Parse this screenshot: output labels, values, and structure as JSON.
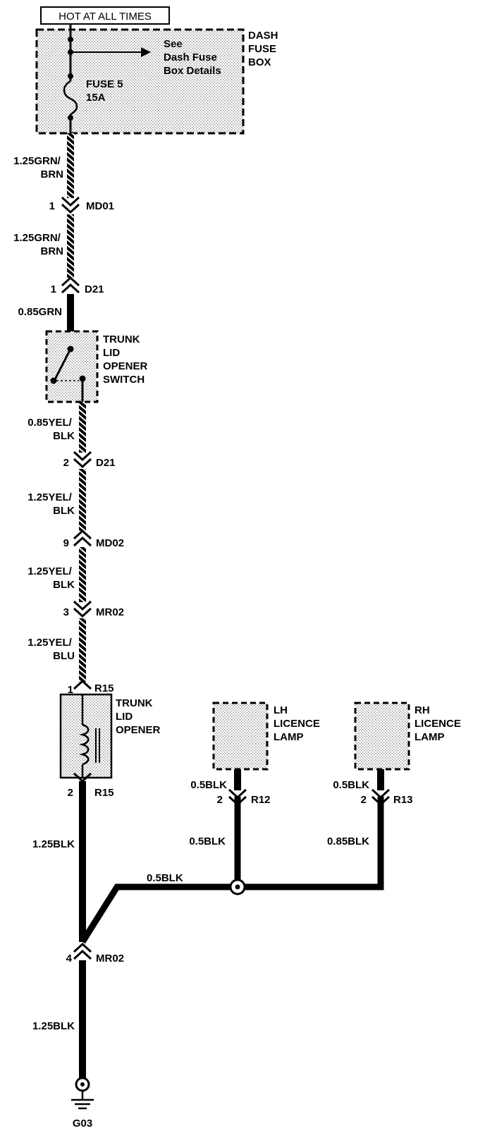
{
  "power_source": "HOT AT ALL TIMES",
  "dash_fuse_box": {
    "name_lines": [
      "DASH",
      "FUSE",
      "BOX"
    ],
    "note_lines": [
      "See",
      "Dash Fuse",
      "Box Details"
    ],
    "fuse_lines": [
      "FUSE 5",
      "15A"
    ]
  },
  "wires": {
    "w1": [
      "1.25GRN/",
      "BRN"
    ],
    "w2": [
      "1.25GRN/",
      "BRN"
    ],
    "w3": [
      "0.85GRN"
    ],
    "w4": [
      "0.85YEL/",
      "BLK"
    ],
    "w5": [
      "1.25YEL/",
      "BLK"
    ],
    "w6": [
      "1.25YEL/",
      "BLK"
    ],
    "w7": [
      "1.25YEL/",
      "BLU"
    ],
    "w8": "1.25BLK",
    "w9": "1.25BLK",
    "lh_top": "0.5BLK",
    "lh_bottom": "0.5BLK",
    "rh_top": "0.5BLK",
    "rh_bottom": "0.85BLK",
    "bus": "0.5BLK"
  },
  "connectors": {
    "md01": {
      "pin": "1",
      "name": "MD01"
    },
    "d21_a": {
      "pin": "1",
      "name": "D21"
    },
    "d21_b": {
      "pin": "2",
      "name": "D21"
    },
    "md02": {
      "pin": "9",
      "name": "MD02"
    },
    "mr02_a": {
      "pin": "3",
      "name": "MR02"
    },
    "r15_top": {
      "pin": "1",
      "name": "R15"
    },
    "r15_bottom": {
      "pin": "2",
      "name": "R15"
    },
    "r12": {
      "pin": "2",
      "name": "R12"
    },
    "r13": {
      "pin": "2",
      "name": "R13"
    },
    "mr02_b": {
      "pin": "4",
      "name": "MR02"
    }
  },
  "components": {
    "trunk_switch": [
      "TRUNK",
      "LID",
      "OPENER",
      "SWITCH"
    ],
    "trunk_opener": [
      "TRUNK",
      "LID",
      "OPENER"
    ],
    "lh_lamp": [
      "LH",
      "LICENCE",
      "LAMP"
    ],
    "rh_lamp": [
      "RH",
      "LICENCE",
      "LAMP"
    ]
  },
  "ground": "G03"
}
